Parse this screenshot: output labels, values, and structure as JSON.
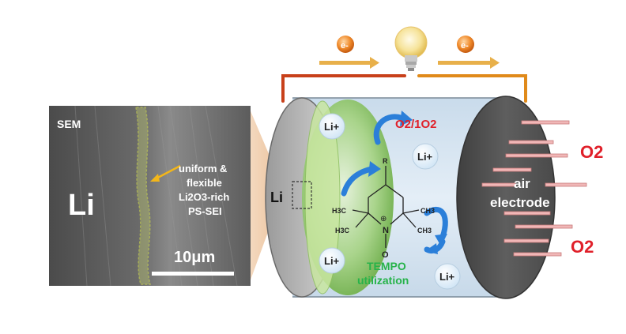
{
  "sem": {
    "tag": "SEM",
    "element": "Li",
    "note_line1": "uniform &",
    "note_line2": "flexible",
    "note_line3": "Li2O3-rich",
    "note_line4": "PS-SEI",
    "scale": "10μm"
  },
  "cell": {
    "anode_label": "Li",
    "ion": "Li+",
    "oxygen_species": "O2/1O2",
    "tempo_line1": "TEMPO",
    "tempo_line2": "utilization",
    "air_line1": "air",
    "air_line2": "electrode",
    "o2_top": "O2",
    "o2_bottom": "O2"
  },
  "circuit": {
    "electron_left": "e-",
    "electron_right": "e-"
  },
  "molecule": {
    "r_group": "R",
    "nitrogen": "N",
    "charge": "⊕",
    "oxygen": "O",
    "methyl_left_top": "H3C",
    "methyl_left_bottom": "H3C",
    "methyl_right_top": "CH3",
    "methyl_right_bottom": "CH3"
  },
  "colors": {
    "wire": "#c8401a",
    "wire_right": "#e08a1a",
    "electron_arrow": "#e8b04a",
    "arrow_blue": "#2b7fd9",
    "red_label": "#e0202a",
    "tempo_green": "#27b34a",
    "electrolyte": "#d7e6f3",
    "green_zone": "#9fcf7e",
    "air_dark": "#5a5a5a"
  }
}
